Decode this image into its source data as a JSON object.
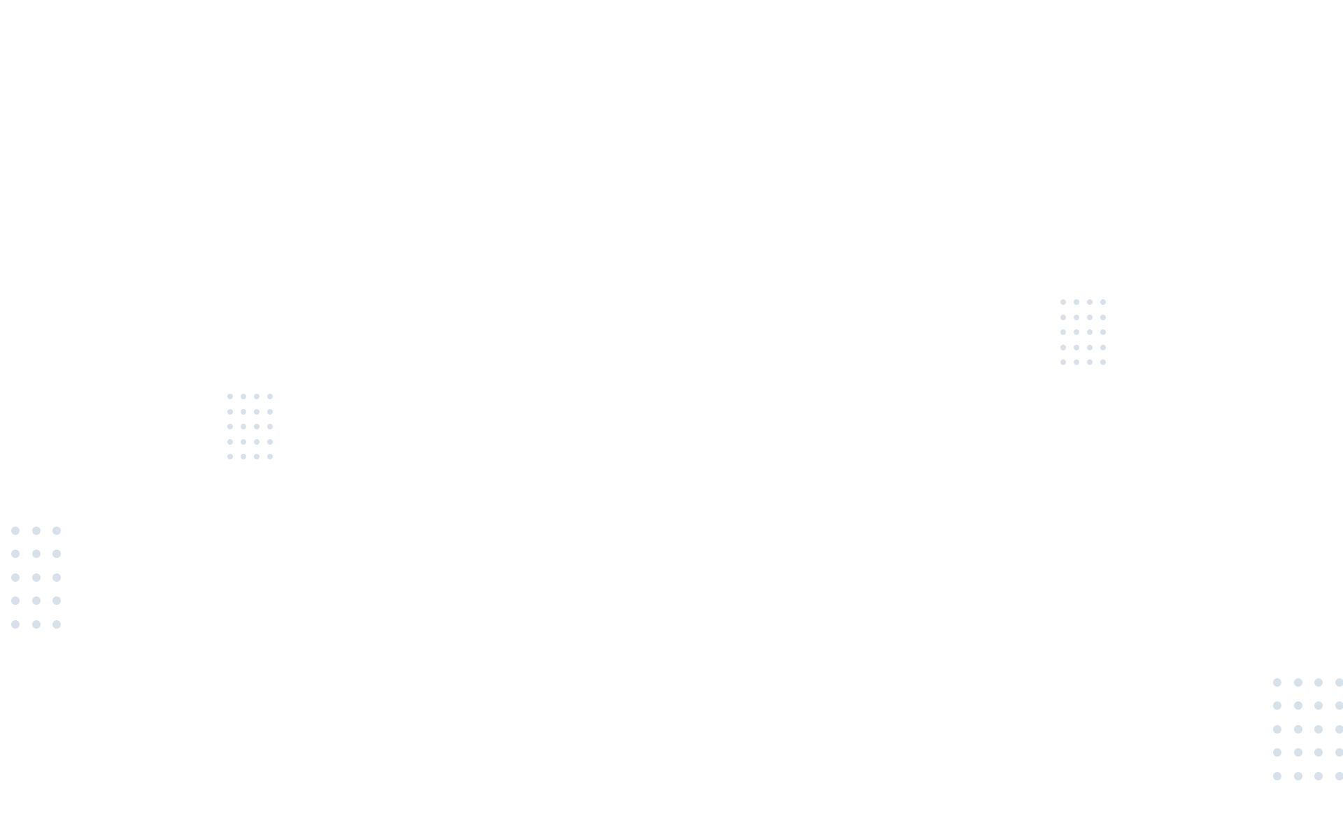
{
  "background": {
    "color": "#ffffff",
    "dot_color": "#d8e1ea"
  },
  "decorations": [
    {
      "name": "dot-grid-small-left",
      "columns": 4,
      "rows": 5
    },
    {
      "name": "dot-grid-small-right",
      "columns": 4,
      "rows": 5
    },
    {
      "name": "dot-grid-large-left",
      "columns": 3,
      "rows": 5
    },
    {
      "name": "dot-grid-large-bottom-right",
      "columns": 4,
      "rows": 5
    }
  ]
}
